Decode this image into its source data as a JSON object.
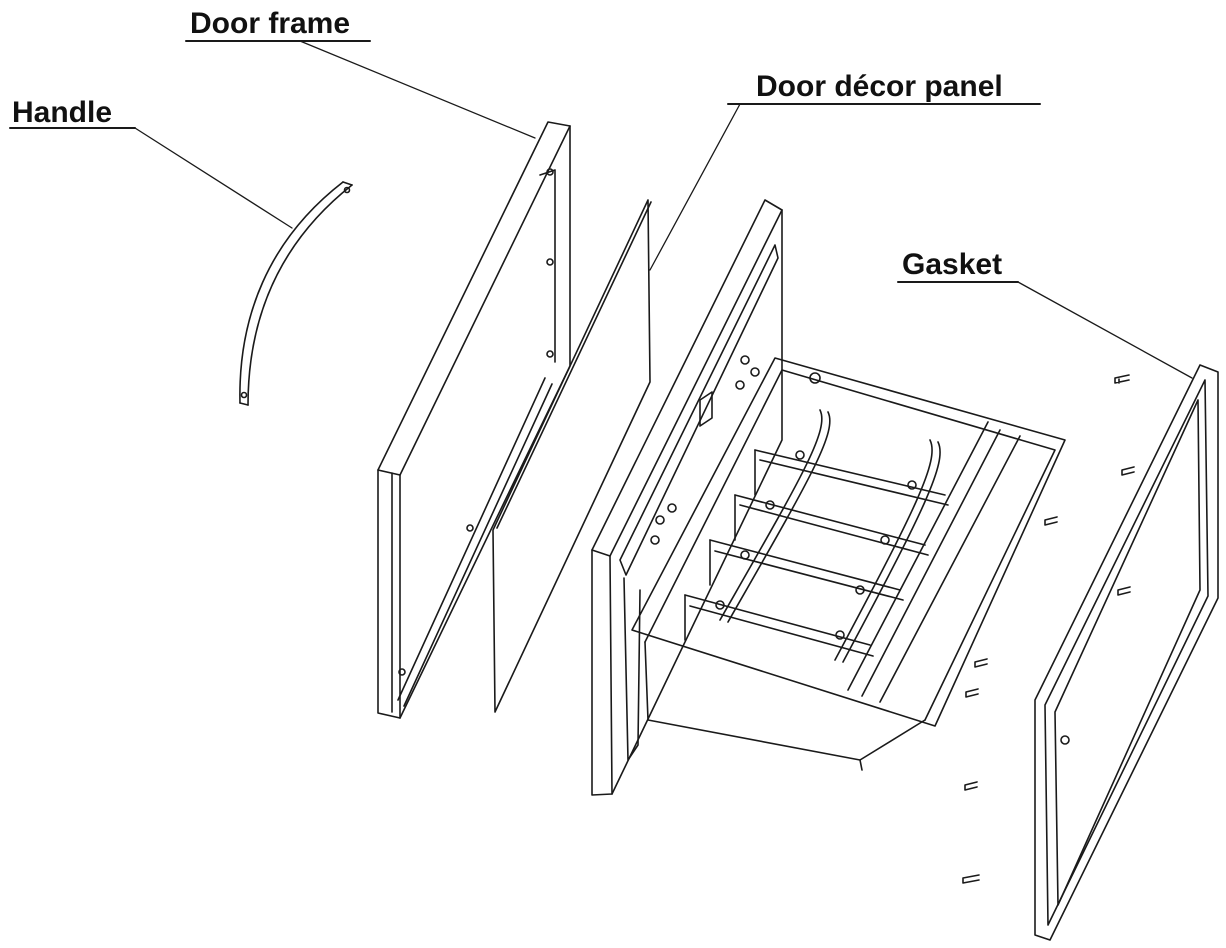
{
  "labels": {
    "door_frame": "Door frame",
    "handle": "Handle",
    "door_decor_panel": "Door décor panel",
    "gasket": "Gasket"
  },
  "colors": {
    "ink": "#1a1a1a",
    "background": "#ffffff"
  }
}
